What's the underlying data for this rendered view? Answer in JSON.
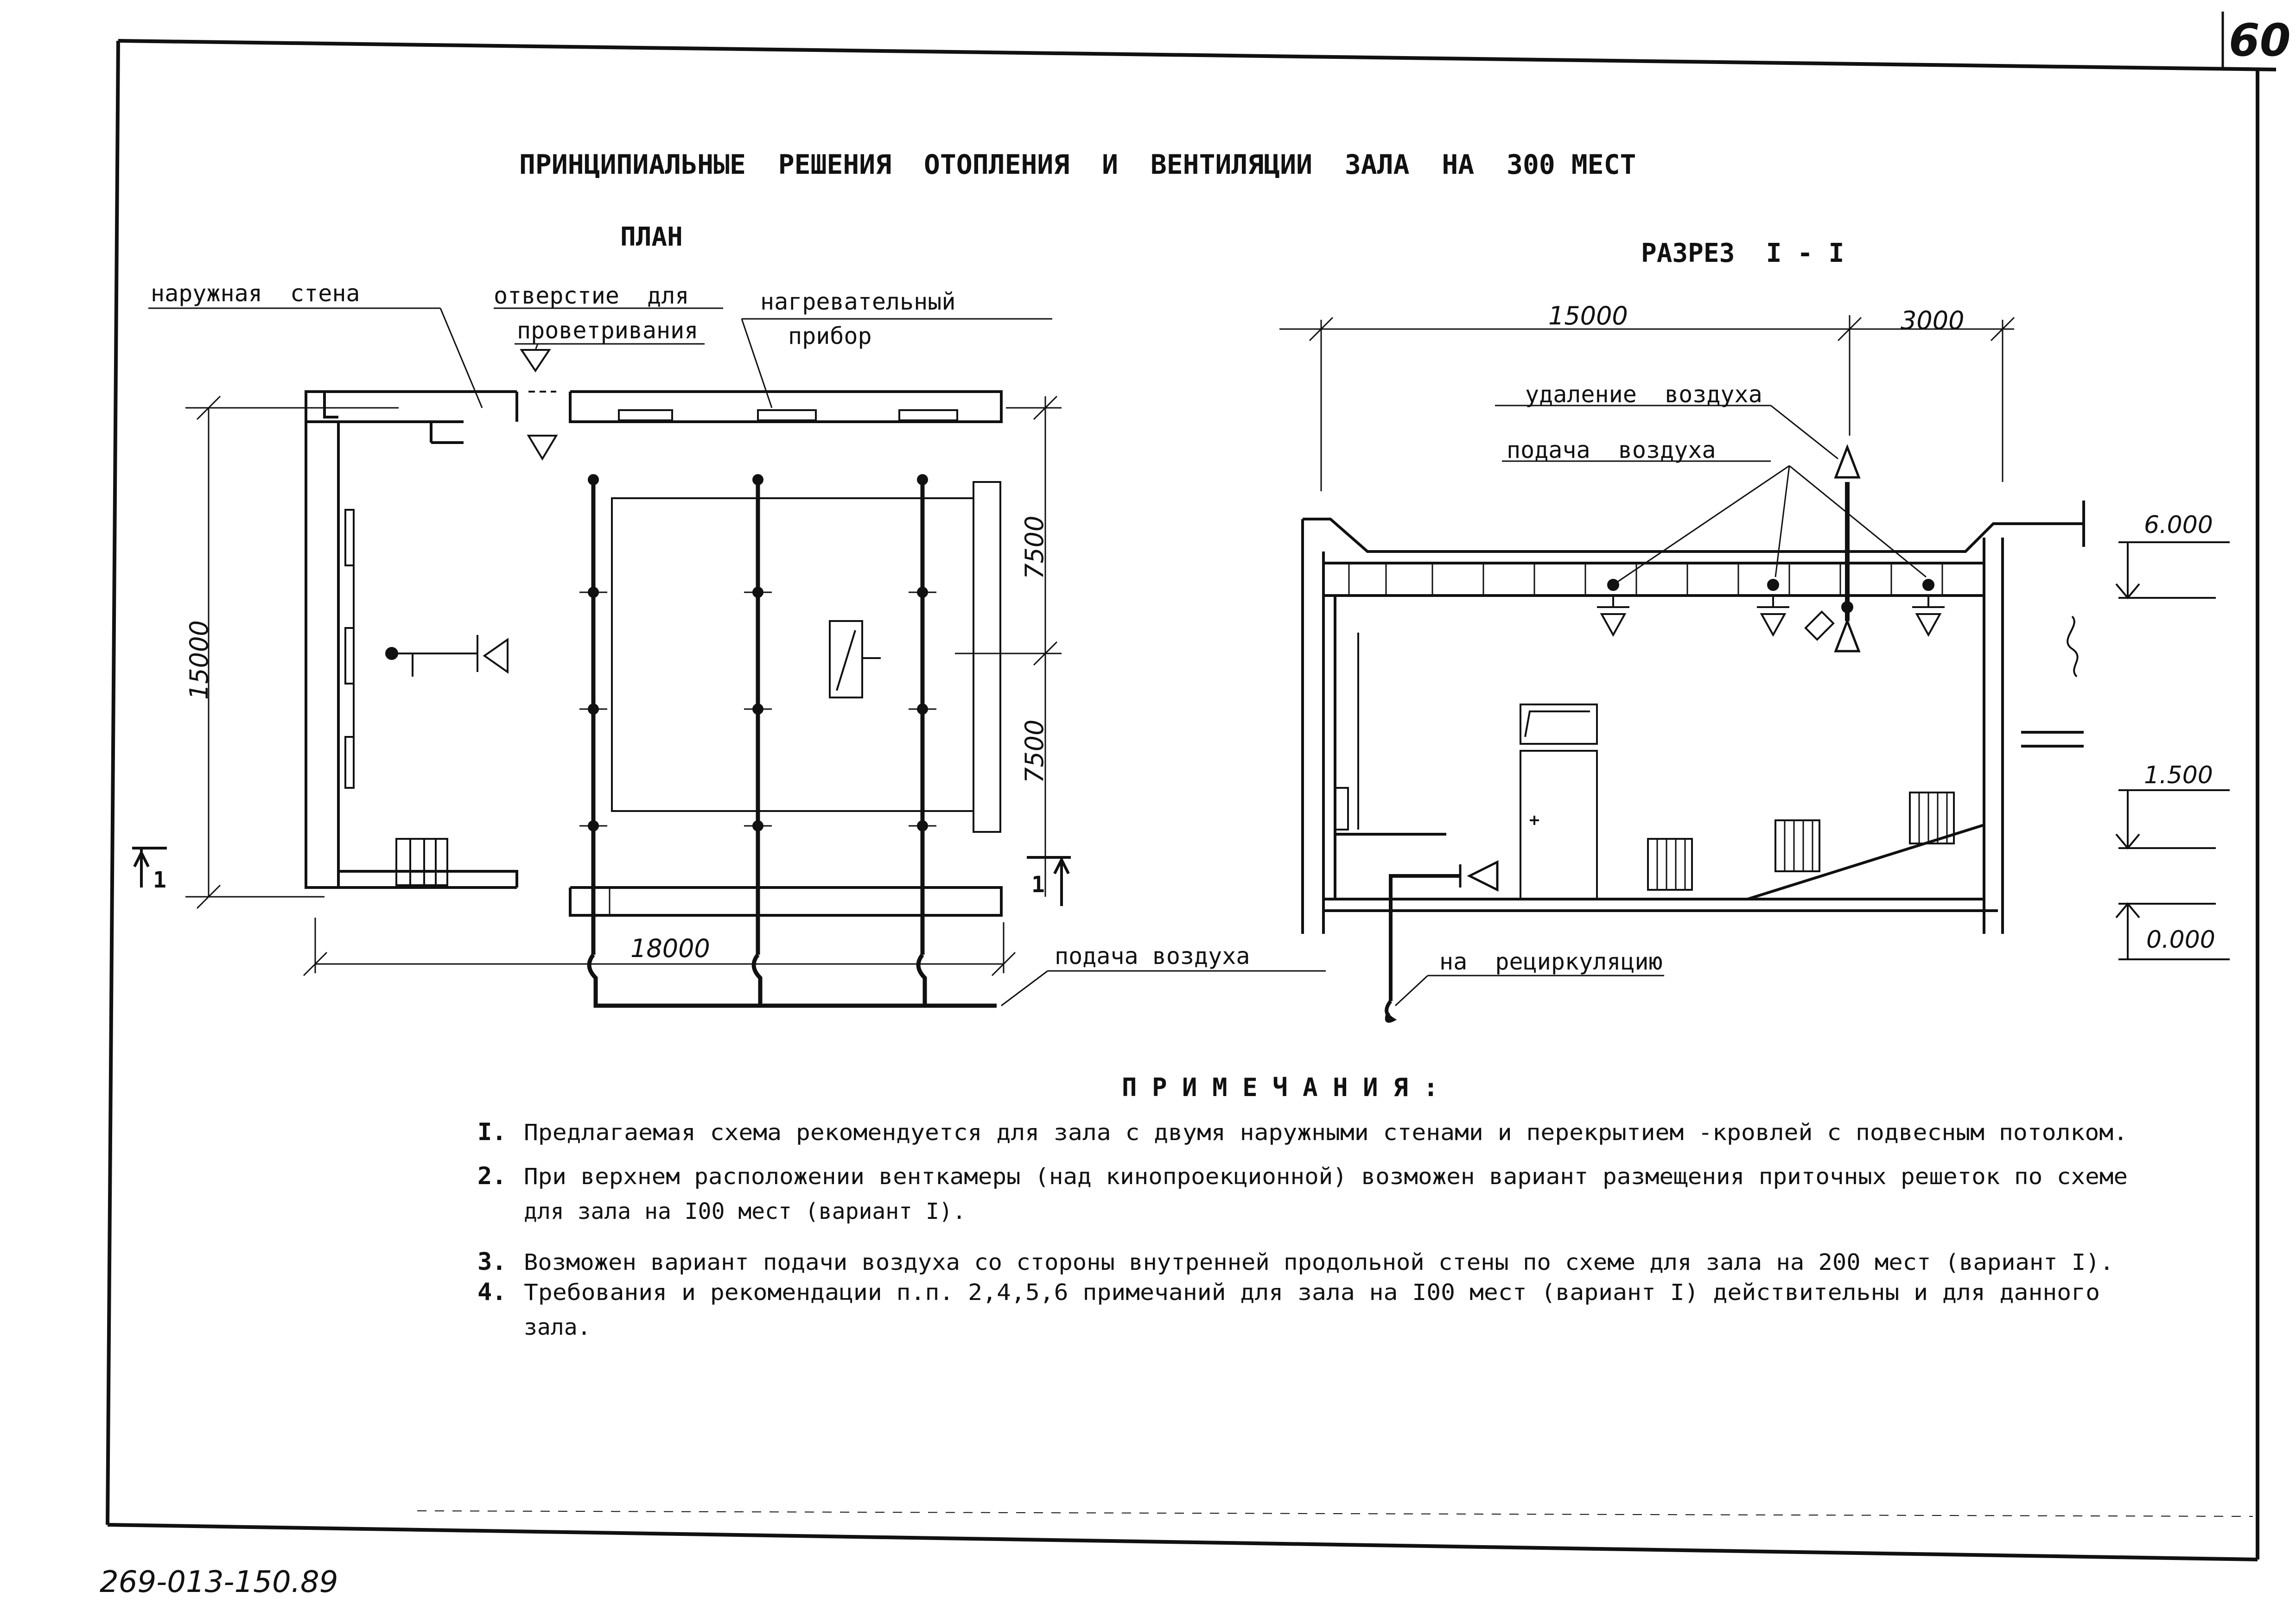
{
  "sheet_number": "60",
  "doc_code": "269-013-150.89",
  "title": "ПРИНЦИПИАЛЬНЫЕ  РЕШЕНИЯ  ОТОПЛЕНИЯ  И  ВЕНТИЛЯЦИИ  ЗАЛА  НА  300 МЕСТ",
  "plan": {
    "heading": "ПЛАН",
    "outer_wall_label": "наружная  стена",
    "vent_opening_label_1": "отверстие  для",
    "vent_opening_label_2": "проветривания",
    "heater_label_1": "нагревательный",
    "heater_label_2": "прибор",
    "dim_total_height": "15000",
    "dim_half_1": "7500",
    "dim_half_2": "7500",
    "dim_width": "18000",
    "section_mark_left": "1",
    "section_mark_right": "1",
    "air_supply_label": "подача воздуха"
  },
  "section": {
    "heading": "РАЗРЕЗ  I - I",
    "dim_left": "15000",
    "dim_right": "3000",
    "air_removal_label": "удаление  воздуха",
    "air_supply_label": "подача  воздуха",
    "recirc_label": "на  рециркуляцию",
    "level_top": "6.000",
    "level_mid": "1.500",
    "level_zero": "0.000"
  },
  "notes": {
    "heading": "П Р И М Е Ч А Н И Я :",
    "items": [
      {
        "num": "I.",
        "lines": [
          "Предлагаемая схема рекомендуется для зала с двумя наружными стенами и перекрытием -кровлей с подвесным потолком."
        ]
      },
      {
        "num": "2.",
        "lines": [
          "При верхнем расположении венткамеры (над кинопроекционной) возможен вариант размещения приточных решеток по схеме",
          "для зала на I00 мест (вариант I)."
        ]
      },
      {
        "num": "3.",
        "lines": [
          "Возможен вариант подачи воздуха со стороны внутренней продольной стены по схеме для зала на 200 мест (вариант I)."
        ]
      },
      {
        "num": "4.",
        "lines": [
          "Требования и рекомендации п.п. 2,4,5,6  примечаний для зала на I00 мест (вариант I) действительны и для данного",
          "зала."
        ]
      }
    ]
  }
}
